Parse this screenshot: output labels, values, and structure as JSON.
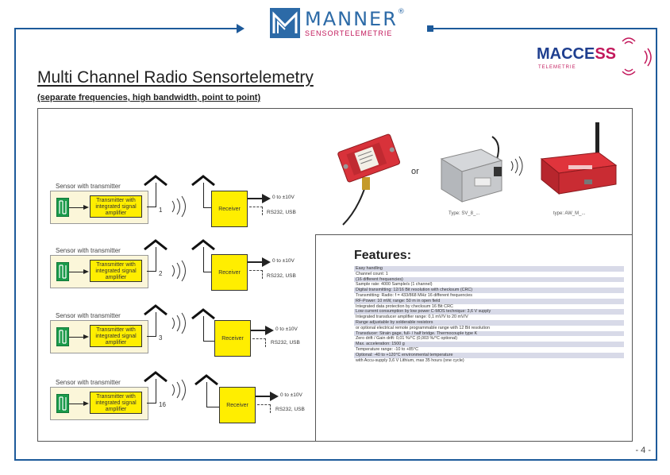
{
  "header": {
    "logo_name": "MANNER",
    "logo_reg": "®",
    "logo_sub": "SENSORTELEMETRIE",
    "badge_main": "MACCE",
    "badge_ss": "SS",
    "badge_sub": "TELEMETRIE"
  },
  "page": {
    "title": "Multi Channel Radio Sensortelemetry",
    "subtitle": "(separate frequencies, high bandwidth, point to point)",
    "page_number": "- 4 -"
  },
  "channels": [
    {
      "sensor_label": "Sensor with transmitter",
      "transmitter": "Transmitter with integrated signal amplifier",
      "channel": "1",
      "receiver": "Receiver",
      "output_analog": "0 to ±10V",
      "output_digital": "RS232, USB"
    },
    {
      "sensor_label": "Sensor with transmitter",
      "transmitter": "Transmitter with integrated signal amplifier",
      "channel": "2",
      "receiver": "Receiver",
      "output_analog": "0 to ±10V",
      "output_digital": "RS232, USB"
    },
    {
      "sensor_label": "Sensor with transmitter",
      "transmitter": "Transmitter with integrated signal amplifier",
      "channel": "3",
      "receiver": "Receiver",
      "output_analog": "0 to ±10V",
      "output_digital": "RS232, USB"
    },
    {
      "sensor_label": "Sensor with transmitter",
      "transmitter": "Transmitter with integrated signal amplifier",
      "channel": "16",
      "receiver": "Receiver",
      "output_analog": "0 to ±10V",
      "output_digital": "RS232, USB"
    }
  ],
  "photos": {
    "or_label": "or",
    "caption_1": "Type: SV_8_...",
    "caption_2": "type: AW_M_..."
  },
  "features": {
    "title": "Features:",
    "items": [
      "Easy handling",
      "Channel count: 1",
      "(16 different frequencies)",
      "Sample rate: 4000 Sample/s (1 channel)",
      "Digital transmitting: 12/16 Bit resolution with checksum (CRC)",
      "Transmitting: Radio: f = 433/868 MHz 16 different frequencies",
      "RF-Power: 10 mW, range: 50 m in open field",
      "Integrated data protection by checksum 16 Bit CRC",
      "Low current consumption by low power C-MOS technique: 3,6 V supply",
      "Integrated transducer amplifier range: 0,1 mV/V to 20 mV/V",
      "Range adjustable by solderable resistors",
      "or optional electrical remote programmable range with 12 Bit resolution",
      "Transducer: Strain gage, full- / half bridge. Thermocouple type K",
      "Zero drift / Gain drift: 0,01 %/°C (0,003 %/°C optional)",
      "Max. acceleration: 1500 g",
      "Temperature range: -10 to +85°C",
      "Optional: -40 to +120°C environmental temperature",
      "with Accu-supply 3,6 V Lithium, max 35 hours (one cycle)"
    ]
  },
  "colors": {
    "frame_blue": "#1d5a9a",
    "node_yellow": "#ffee00",
    "sensor_green": "#1a9a4a",
    "panel_cream": "#fbf6d9",
    "feature_shade": "#d8dae8",
    "device_red": "#d8323a"
  }
}
